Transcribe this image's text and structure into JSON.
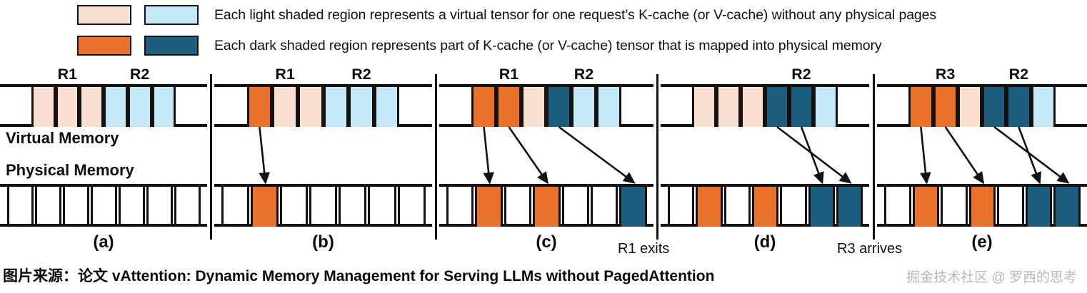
{
  "legend": {
    "rows": [
      {
        "swatches": [
          {
            "name": "light-peach-swatch",
            "color": "#FAE0D0"
          },
          {
            "name": "light-blue-swatch",
            "color": "#C5E8F7"
          }
        ],
        "text": "Each light shaded region represents a virtual tensor for one request’s K-cache (or V-cache) without any physical pages"
      },
      {
        "swatches": [
          {
            "name": "orange-swatch",
            "color": "#E8722C"
          },
          {
            "name": "dark-teal-swatch",
            "color": "#1D5E7E"
          }
        ],
        "text": "Each dark shaded region represents part of K-cache (or V-cache) tensor that is mapped into physical memory"
      }
    ]
  },
  "axis_labels": {
    "virtual": "Virtual Memory",
    "physical": "Physical Memory"
  },
  "colors": {
    "light_peach": "#FAE0D0",
    "light_blue": "#C5E8F7",
    "orange": "#E8722C",
    "dark_teal": "#1D5E7E",
    "stroke": "#14110f",
    "empty": "#ffffff"
  },
  "panels": [
    {
      "letter": "(a)",
      "regions": [
        {
          "label": "R1",
          "start": 1,
          "span": 3
        },
        {
          "label": "R2",
          "start": 4,
          "span": 3
        }
      ],
      "virtual_cells": [
        "empty",
        "light_peach",
        "light_peach",
        "light_peach",
        "light_blue",
        "light_blue",
        "light_blue",
        "empty"
      ],
      "physical_cells": [
        "empty",
        "empty",
        "empty",
        "empty",
        "empty",
        "empty",
        "empty"
      ],
      "arrows": []
    },
    {
      "letter": "(b)",
      "regions": [
        {
          "label": "R1",
          "start": 1,
          "span": 3
        },
        {
          "label": "R2",
          "start": 4,
          "span": 3
        }
      ],
      "virtual_cells": [
        "empty",
        "orange",
        "light_peach",
        "light_peach",
        "light_blue",
        "light_blue",
        "light_blue",
        "empty"
      ],
      "physical_cells": [
        "empty",
        "orange",
        "empty",
        "empty",
        "empty",
        "empty",
        "empty"
      ],
      "arrows": [
        {
          "from_cell": 1,
          "to_cell": 1
        }
      ]
    },
    {
      "letter": "(c)",
      "regions": [
        {
          "label": "R1",
          "start": 1,
          "span": 3
        },
        {
          "label": "R2",
          "start": 4,
          "span": 3
        }
      ],
      "virtual_cells": [
        "empty",
        "orange",
        "orange",
        "light_peach",
        "dark_teal",
        "light_blue",
        "light_blue",
        "empty"
      ],
      "physical_cells": [
        "empty",
        "orange",
        "empty",
        "orange",
        "empty",
        "empty",
        "dark_teal"
      ],
      "arrows": [
        {
          "from_cell": 1,
          "to_cell": 1
        },
        {
          "from_cell": 2,
          "to_cell": 3
        },
        {
          "from_cell": 4,
          "to_cell": 6
        }
      ]
    },
    {
      "letter": "(d)",
      "regions": [
        {
          "label": "R2",
          "start": 4,
          "span": 3
        }
      ],
      "virtual_cells": [
        "empty",
        "light_peach",
        "light_peach",
        "light_peach",
        "dark_teal",
        "dark_teal",
        "light_blue",
        "empty"
      ],
      "physical_cells": [
        "empty",
        "orange",
        "empty",
        "orange",
        "empty",
        "dark_teal",
        "dark_teal"
      ],
      "arrows": [
        {
          "from_cell": 4,
          "to_cell": 6
        },
        {
          "from_cell": 5,
          "to_cell": 5
        }
      ]
    },
    {
      "letter": "(e)",
      "regions": [
        {
          "label": "R3",
          "start": 1,
          "span": 3
        },
        {
          "label": "R2",
          "start": 4,
          "span": 3
        }
      ],
      "virtual_cells": [
        "empty",
        "orange",
        "orange",
        "light_peach",
        "dark_teal",
        "dark_teal",
        "light_blue",
        "empty"
      ],
      "physical_cells": [
        "empty",
        "orange",
        "empty",
        "orange",
        "empty",
        "dark_teal",
        "dark_teal"
      ],
      "arrows": [
        {
          "from_cell": 1,
          "to_cell": 1
        },
        {
          "from_cell": 2,
          "to_cell": 3
        },
        {
          "from_cell": 4,
          "to_cell": 6
        },
        {
          "from_cell": 5,
          "to_cell": 5
        }
      ]
    }
  ],
  "events": [
    {
      "label": "R1 exits"
    },
    {
      "label": "R3 arrives"
    }
  ],
  "source_caption": "图片来源：论文 vAttention: Dynamic Memory Management for Serving LLMs without PagedAttention",
  "watermark": "掘金技术社区 @ 罗西的思考"
}
